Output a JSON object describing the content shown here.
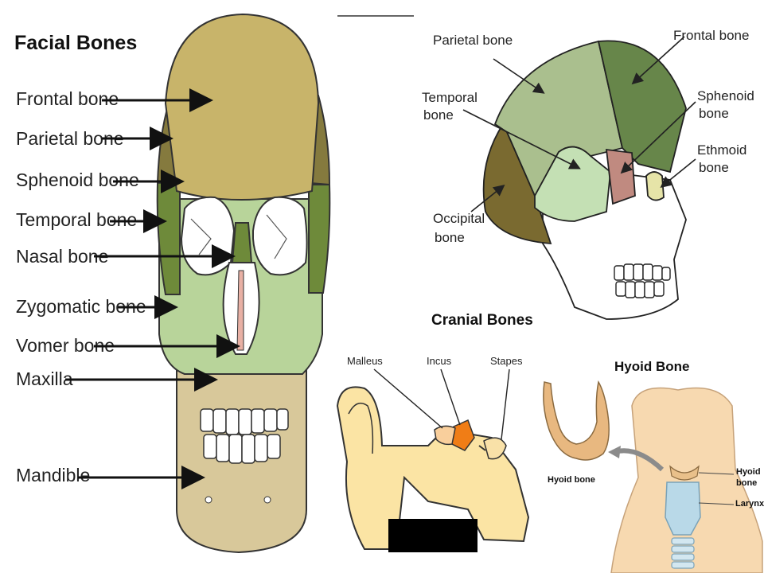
{
  "facial": {
    "title": "Facial Bones",
    "labels": [
      "Frontal bone",
      "Parietal bone",
      "Sphenoid bone",
      "Temporal bone",
      "Nasal bone",
      "Zygomatic bone",
      "Vomer bone",
      "Maxilla",
      "Mandible"
    ]
  },
  "cranial": {
    "title": "Cranial Bones",
    "parietal": "Parietal bone",
    "frontal": "Frontal bone",
    "temporal_1": "Temporal",
    "temporal_2": "bone",
    "sphenoid_1": "Sphenoid",
    "sphenoid_2": "bone",
    "ethmoid_1": "Ethmoid",
    "ethmoid_2": "bone",
    "occipital_1": "Occipital",
    "occipital_2": "bone"
  },
  "ear": {
    "malleus": "Malleus",
    "incus": "Incus",
    "stapes": "Stapes"
  },
  "hyoid": {
    "title": "Hyoid Bone",
    "bone_label": "Hyoid bone",
    "side_1": "Hyoid",
    "side_2": "bone",
    "larynx": "Larynx"
  },
  "colors": {
    "frontal": "#c8b46a",
    "parietal": "#857a3e",
    "temporal": "#6e8a3a",
    "maxilla": "#b8d49a",
    "mandible": "#d8c89a",
    "cranial_parietal": "#aabf8e",
    "cranial_frontal": "#67864a",
    "cranial_temporal": "#c4e0b4",
    "cranial_occipital": "#7a6a30",
    "cranial_sphenoid": "#c08a80",
    "ossicle": "#f07d16",
    "ear_canal": "#fbe4a4"
  }
}
